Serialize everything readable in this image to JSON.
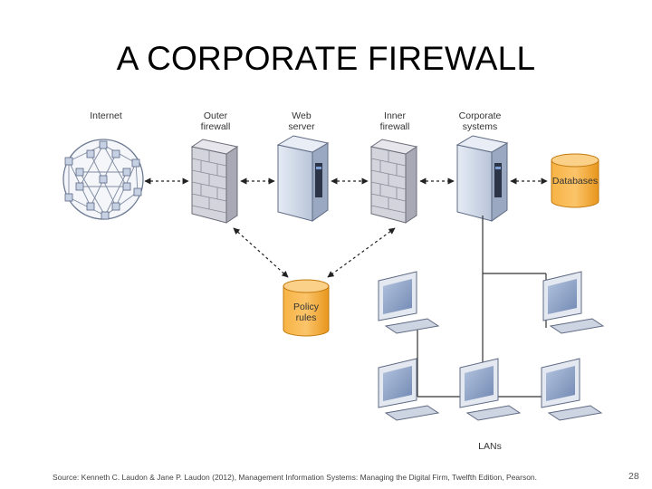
{
  "title": "A CORPORATE FIREWALL",
  "labels": {
    "internet": [
      "Internet"
    ],
    "outer_firewall": [
      "Outer",
      "firewall"
    ],
    "web_server": [
      "Web",
      "server"
    ],
    "inner_firewall": [
      "Inner",
      "firewall"
    ],
    "corporate_systems": [
      "Corporate",
      "systems"
    ],
    "databases": [
      "Databases"
    ],
    "policy_rules": [
      "Policy",
      "rules"
    ],
    "lans": [
      "LANs"
    ]
  },
  "source": "Source: Kenneth C. Laudon & Jane P. Laudon (2012), Management Information Systems: Managing the Digital Firm, Twelfth Edition, Pearson.",
  "page_number": "28",
  "colors": {
    "cylinder": "#f5a623",
    "server": "#c9d3e3",
    "wall": "#c8c8d2",
    "monitor_screen": "#8da2c6"
  }
}
